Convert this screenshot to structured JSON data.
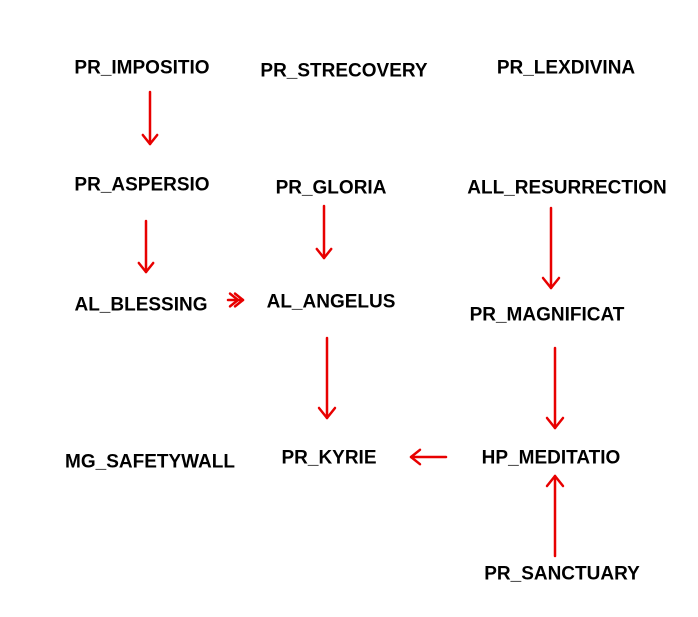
{
  "colors": {
    "arrow": "#e80000",
    "text": "#000000",
    "background": "#ffffff"
  },
  "nodes": {
    "pr_impositio": "PR_IMPOSITIO",
    "pr_strecovery": "PR_STRECOVERY",
    "pr_lexdivina": "PR_LEXDIVINA",
    "pr_aspersio": "PR_ASPERSIO",
    "pr_gloria": "PR_GLORIA",
    "all_resurrection": "ALL_RESURRECTION",
    "al_blessing": "AL_BLESSING",
    "al_angelus": "AL_ANGELUS",
    "pr_magnificat": "PR_MAGNIFICAT",
    "mg_safetywall": "MG_SAFETYWALL",
    "pr_kyrie": "PR_KYRIE",
    "hp_meditatio": "HP_MEDITATIO",
    "pr_sanctuary": "PR_SANCTUARY"
  },
  "edges": [
    {
      "from": "pr_impositio",
      "to": "pr_aspersio"
    },
    {
      "from": "pr_aspersio",
      "to": "al_blessing"
    },
    {
      "from": "al_blessing",
      "to": "al_angelus"
    },
    {
      "from": "pr_gloria",
      "to": "al_angelus"
    },
    {
      "from": "al_angelus",
      "to": "pr_kyrie"
    },
    {
      "from": "all_resurrection",
      "to": "pr_magnificat"
    },
    {
      "from": "pr_magnificat",
      "to": "hp_meditatio"
    },
    {
      "from": "hp_meditatio",
      "to": "pr_kyrie"
    },
    {
      "from": "pr_sanctuary",
      "to": "hp_meditatio"
    }
  ]
}
